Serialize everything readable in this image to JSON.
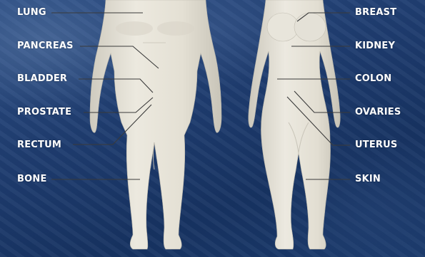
{
  "male_labels": {
    "lung": "LUNG",
    "pancreas": "PANCREAS",
    "bladder": "BLADDER",
    "prostate": "PROSTATE",
    "rectum": "RECTUM",
    "bone": "BONE"
  },
  "female_labels": {
    "breast": "BREAST",
    "kidney": "KIDNEY",
    "colon": "COLON",
    "ovaries": "OVARIES",
    "uterus": "UTERUS",
    "skin": "SKIN"
  },
  "colors": {
    "background": "#1f3d70",
    "figure": "#e6e2d6",
    "leader_line": "#3a3a3a",
    "label_text": "#ffffff"
  }
}
